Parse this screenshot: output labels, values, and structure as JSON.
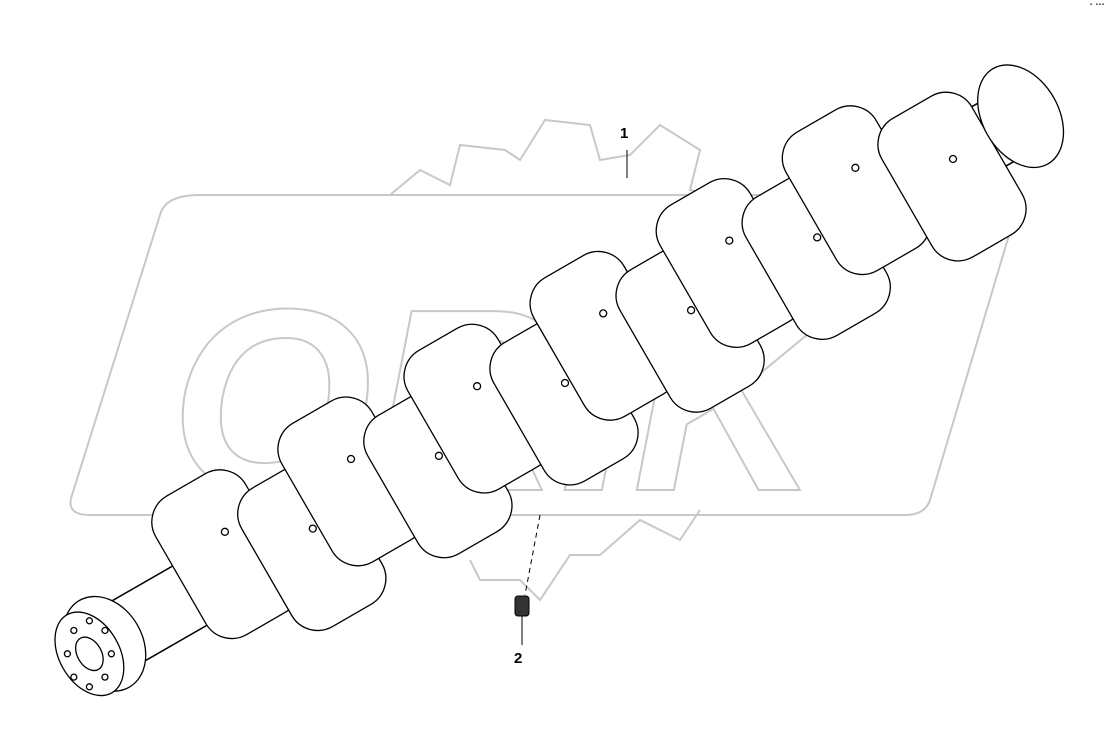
{
  "diagram": {
    "subject": "crankshaft",
    "callouts": [
      {
        "number": "1"
      },
      {
        "number": "2"
      }
    ],
    "watermark": "ORIK",
    "colors": {
      "line": "#000000",
      "watermark": "#c8c8c8"
    }
  }
}
